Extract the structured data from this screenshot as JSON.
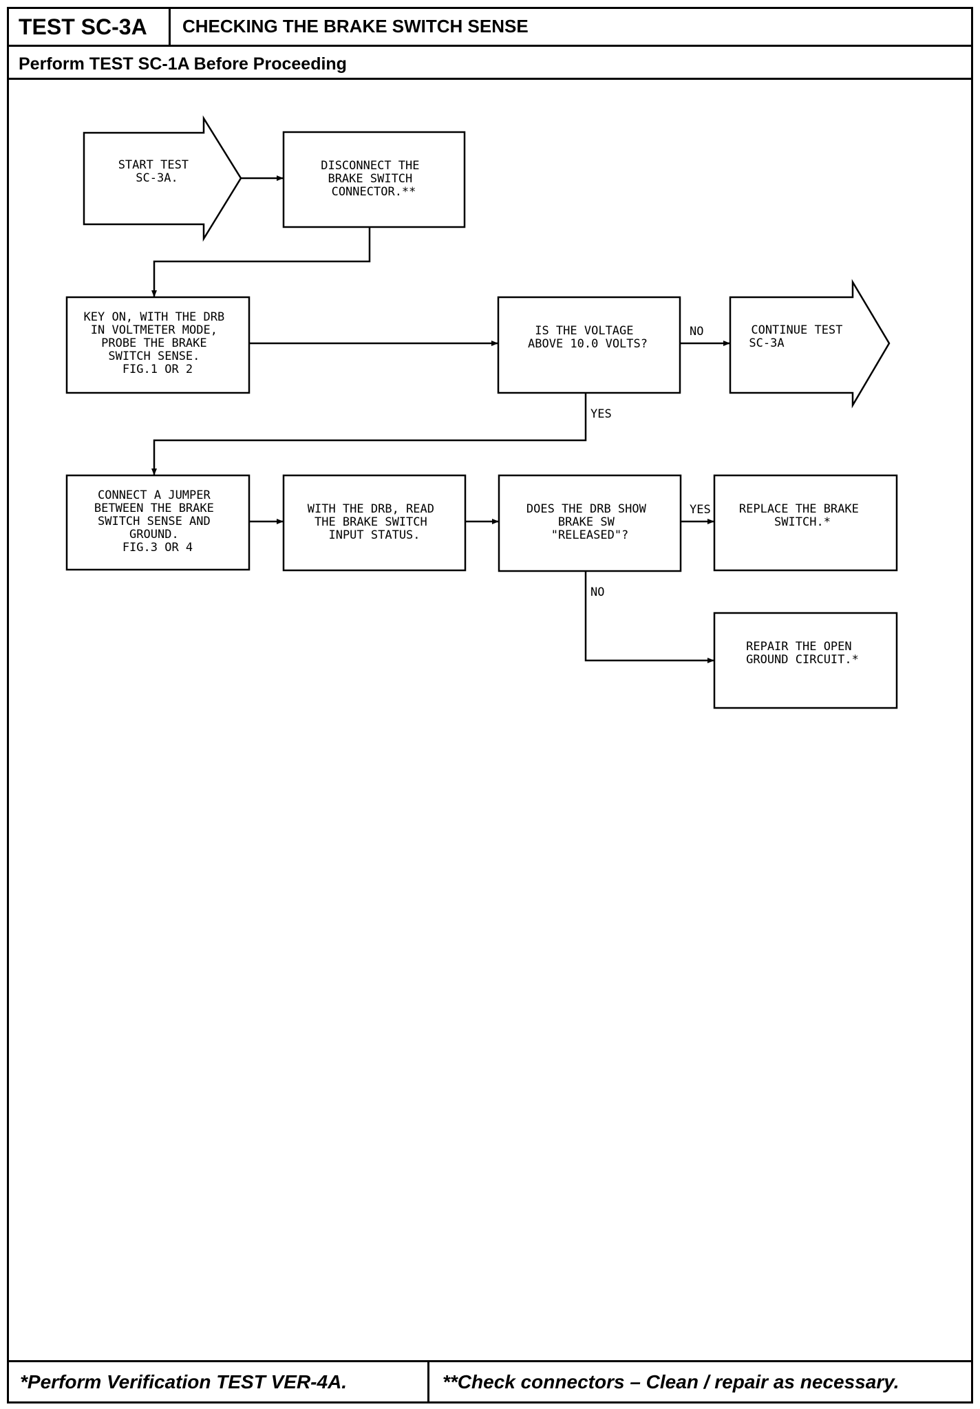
{
  "header": {
    "test_id": "TEST SC-3A",
    "title": "CHECKING THE BRAKE SWITCH SENSE",
    "subtitle": "Perform TEST SC-1A Before Proceeding"
  },
  "footer": {
    "left": "*Perform Verification TEST VER-4A.",
    "right": "**Check connectors – Clean / repair as necessary."
  },
  "flowchart": {
    "nodes": [
      {
        "id": "start",
        "shape": "arrow",
        "lines": [
          "START TEST",
          "SC-3A."
        ]
      },
      {
        "id": "disconnect",
        "shape": "box",
        "lines": [
          "DISCONNECT THE",
          "BRAKE SWITCH",
          "CONNECTOR.**"
        ]
      },
      {
        "id": "key-on",
        "shape": "box",
        "lines": [
          "KEY ON, WITH THE DRB",
          "IN VOLTMETER MODE,",
          "PROBE THE BRAKE",
          "SWITCH SENSE.",
          "FIG.1 OR 2"
        ]
      },
      {
        "id": "voltage-check",
        "shape": "box",
        "lines": [
          "IS THE VOLTAGE",
          "ABOVE 10.0 VOLTS?"
        ]
      },
      {
        "id": "continue",
        "shape": "arrow",
        "lines": [
          "CONTINUE TEST",
          "SC-3A"
        ]
      },
      {
        "id": "jumper",
        "shape": "box",
        "lines": [
          "CONNECT A JUMPER",
          "BETWEEN THE BRAKE",
          "SWITCH SENSE AND",
          "GROUND.",
          "FIG.3 OR 4"
        ]
      },
      {
        "id": "read-status",
        "shape": "box",
        "lines": [
          "WITH THE DRB, READ",
          "THE BRAKE SWITCH",
          "INPUT STATUS."
        ]
      },
      {
        "id": "drb-released",
        "shape": "box",
        "lines": [
          "DOES THE DRB SHOW",
          "BRAKE SW",
          "\"RELEASED\"?"
        ]
      },
      {
        "id": "replace-switch",
        "shape": "box",
        "lines": [
          "REPLACE THE BRAKE",
          "SWITCH.*"
        ]
      },
      {
        "id": "repair-ground",
        "shape": "box",
        "lines": [
          "REPAIR THE OPEN",
          "GROUND CIRCUIT.*"
        ]
      }
    ],
    "edges": [
      {
        "from": "start",
        "to": "disconnect",
        "label": ""
      },
      {
        "from": "disconnect",
        "to": "key-on",
        "label": ""
      },
      {
        "from": "key-on",
        "to": "voltage-check",
        "label": ""
      },
      {
        "from": "voltage-check",
        "to": "continue",
        "label": "NO"
      },
      {
        "from": "voltage-check",
        "to": "jumper",
        "label": "YES"
      },
      {
        "from": "jumper",
        "to": "read-status",
        "label": ""
      },
      {
        "from": "read-status",
        "to": "drb-released",
        "label": ""
      },
      {
        "from": "drb-released",
        "to": "replace-switch",
        "label": "YES"
      },
      {
        "from": "drb-released",
        "to": "repair-ground",
        "label": "NO"
      }
    ]
  }
}
